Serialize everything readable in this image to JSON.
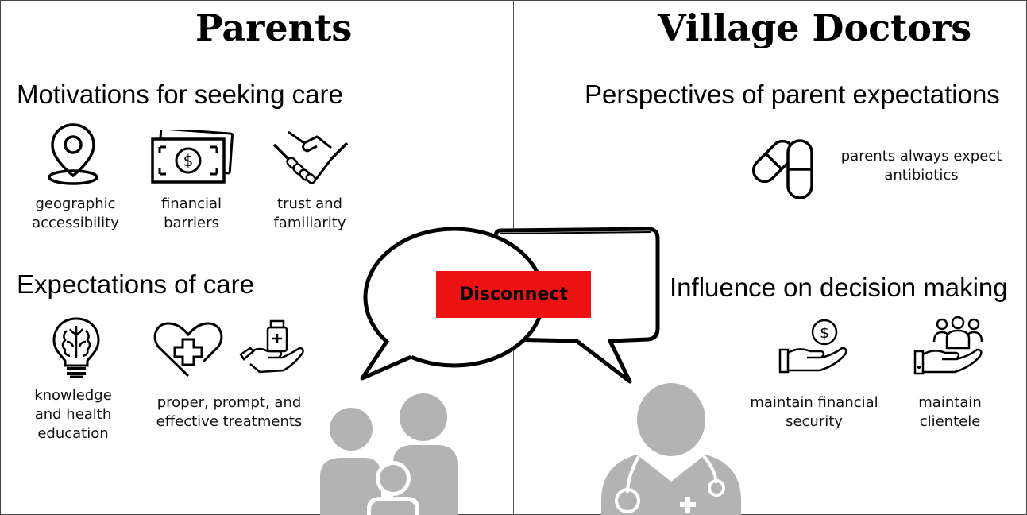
{
  "parents": {
    "title": "Parents",
    "motivations": {
      "heading": "Motivations for seeking care",
      "items": [
        {
          "icon": "location-pin-icon",
          "line1": "geographic",
          "line2": "accessibility"
        },
        {
          "icon": "money-bill-icon",
          "line1": "financial",
          "line2": "barriers"
        },
        {
          "icon": "handshake-icon",
          "line1": "trust and",
          "line2": "familiarity"
        }
      ]
    },
    "expectations": {
      "heading": "Expectations of care",
      "items": [
        {
          "icon": "brain-lightbulb-icon",
          "line1": "knowledge",
          "line2": "and health",
          "line3": "education"
        },
        {
          "icon": "heart-medical-cross-icon",
          "line1": "proper, prompt, and",
          "line2": "effective treatments"
        },
        {
          "icon": "hand-holding-medicine-icon"
        }
      ]
    }
  },
  "doctors": {
    "title": "Village Doctors",
    "perspectives": {
      "heading": "Perspectives of parent expectations",
      "items": [
        {
          "icon": "capsules-icon",
          "line1": "parents always expect",
          "line2": "antibiotics"
        }
      ]
    },
    "influence": {
      "heading": "Influence on decision making",
      "items": [
        {
          "icon": "hand-holding-dollar-icon",
          "line1": "maintain financial",
          "line2": "security"
        },
        {
          "icon": "hand-holding-people-icon",
          "line1": "maintain",
          "line2": "clientele"
        }
      ]
    }
  },
  "center": {
    "label": "Disconnect",
    "label_color": "#ee1111"
  },
  "figures": {
    "family_icon": "family-silhouette-icon",
    "doctor_icon": "doctor-silhouette-icon",
    "silhouette_color": "#b3b3b3"
  }
}
